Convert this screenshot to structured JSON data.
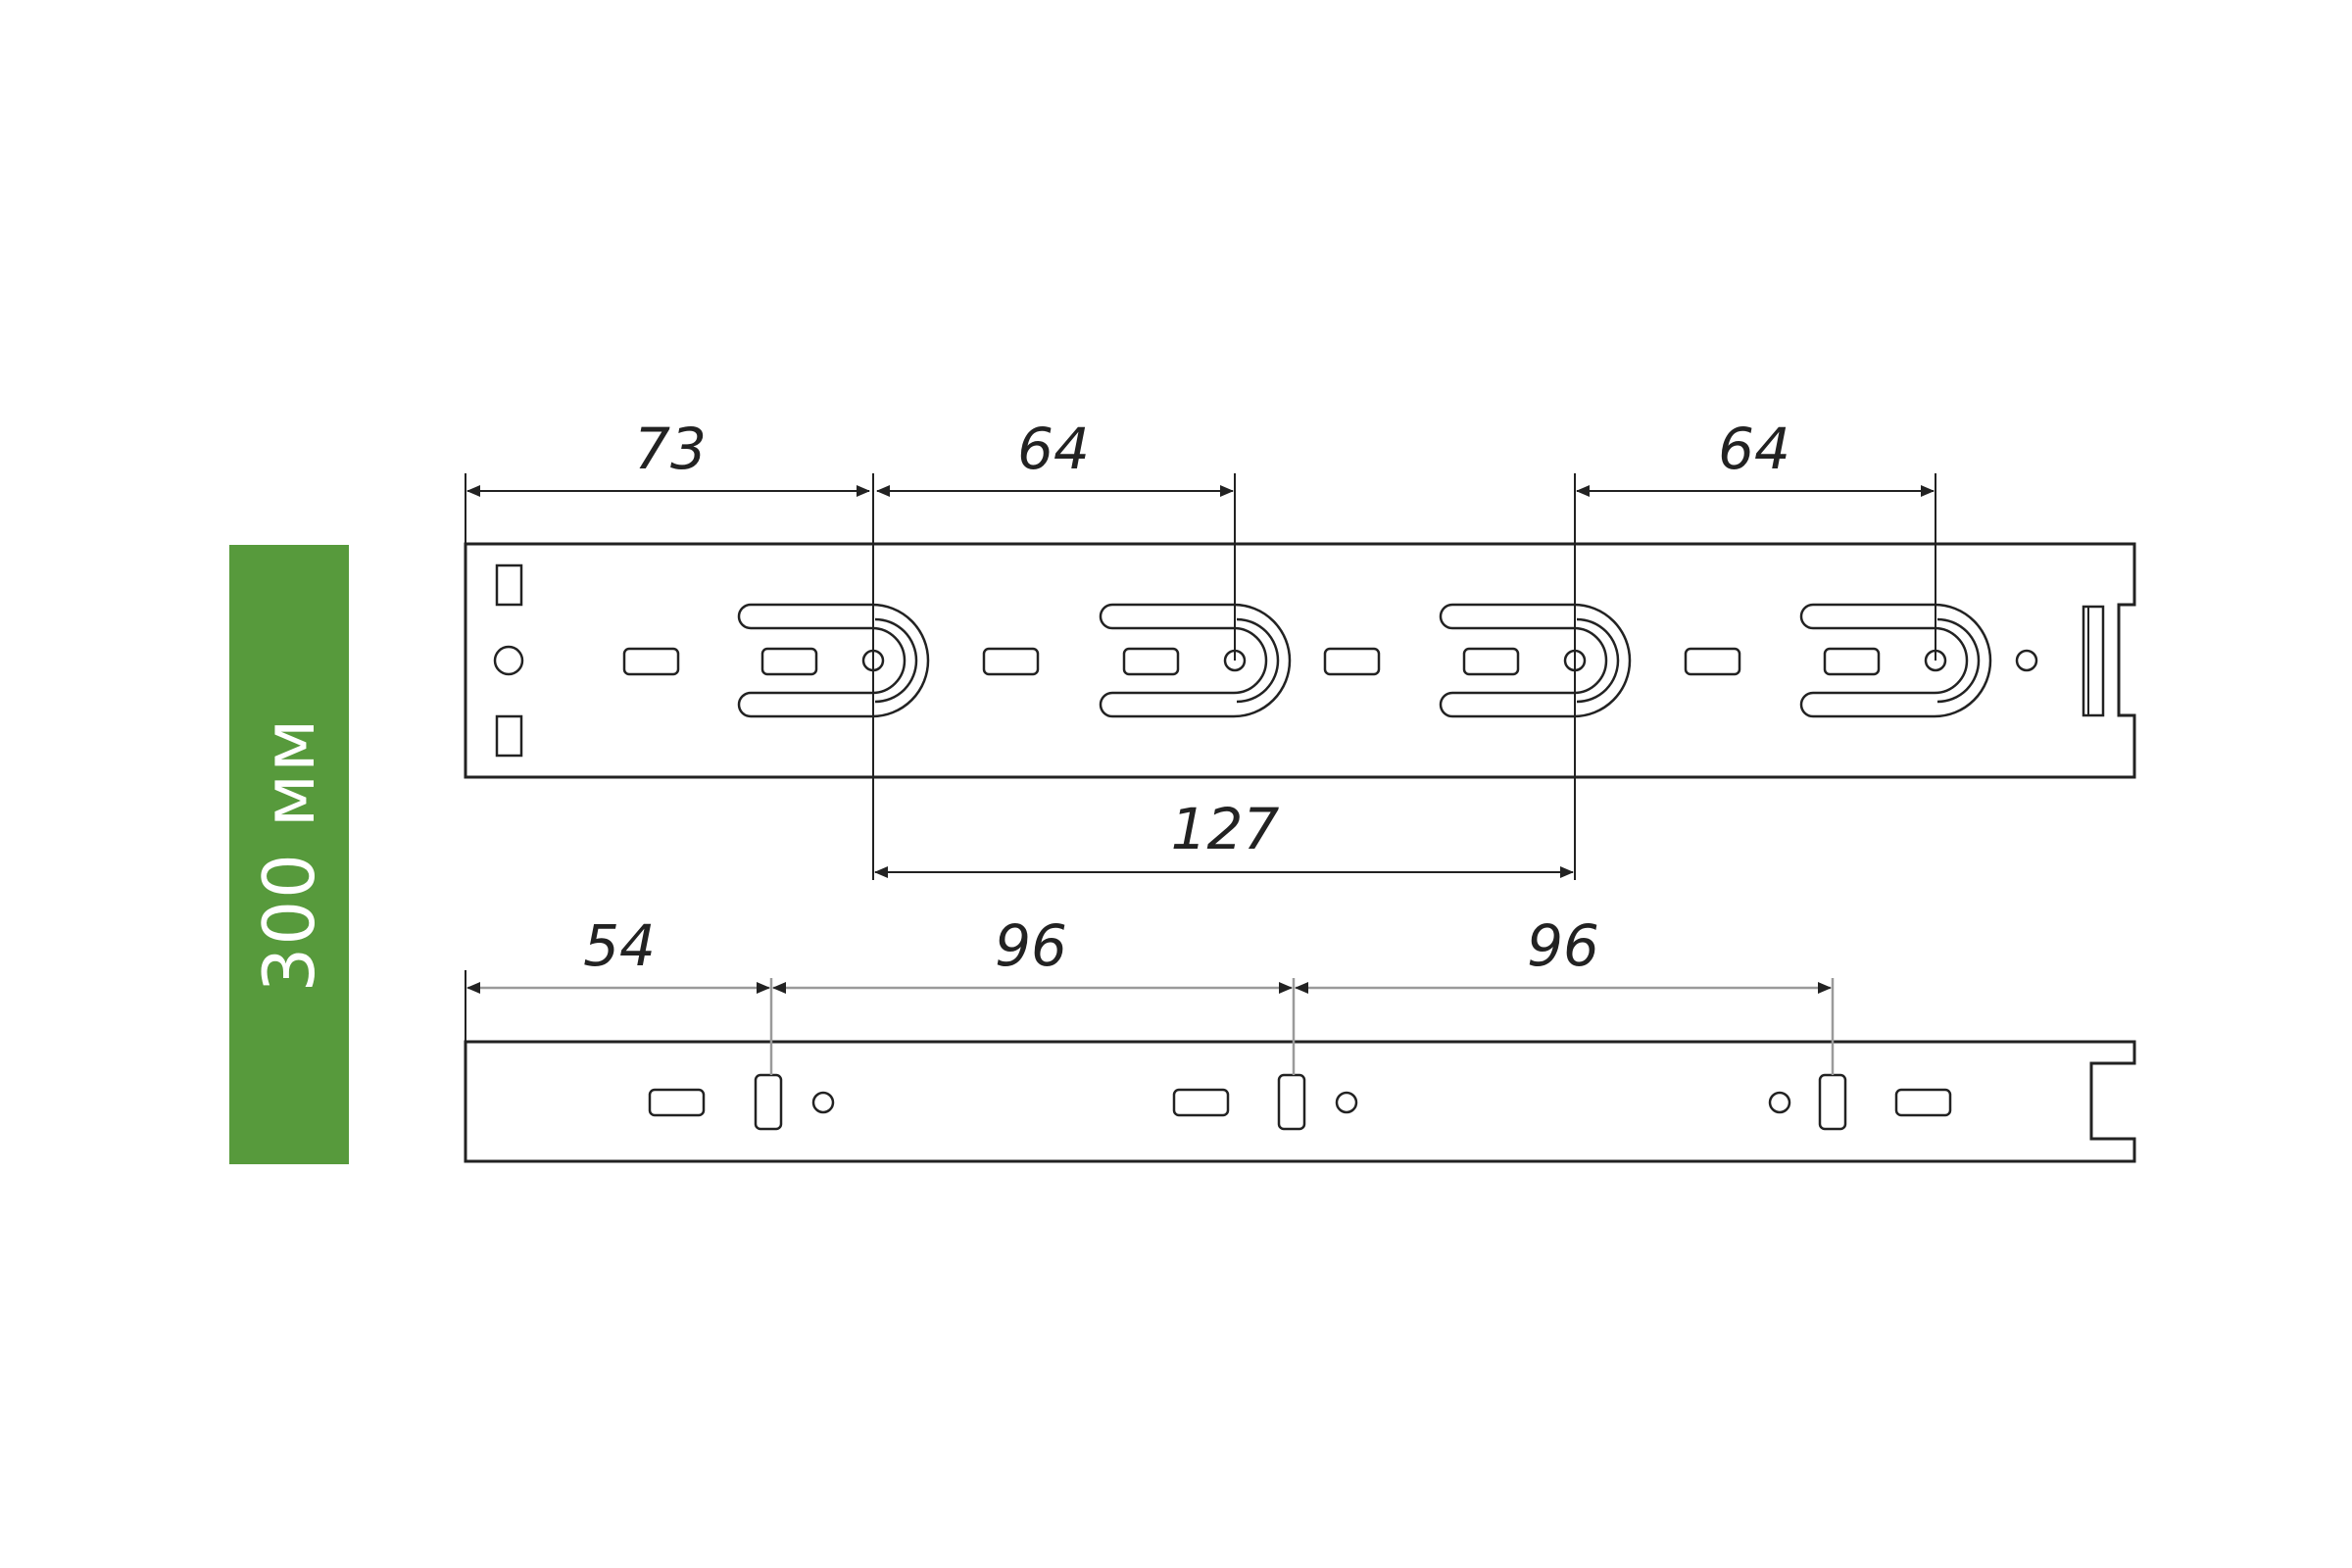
{
  "length_badge": {
    "label": "300 мм",
    "color": "#579a3c"
  },
  "top_rail": {
    "dim_a": "73",
    "dim_b": "64",
    "dim_c": "64",
    "dim_d": "127"
  },
  "bottom_rail": {
    "dim_a": "54",
    "dim_b": "96",
    "dim_c": "96"
  }
}
